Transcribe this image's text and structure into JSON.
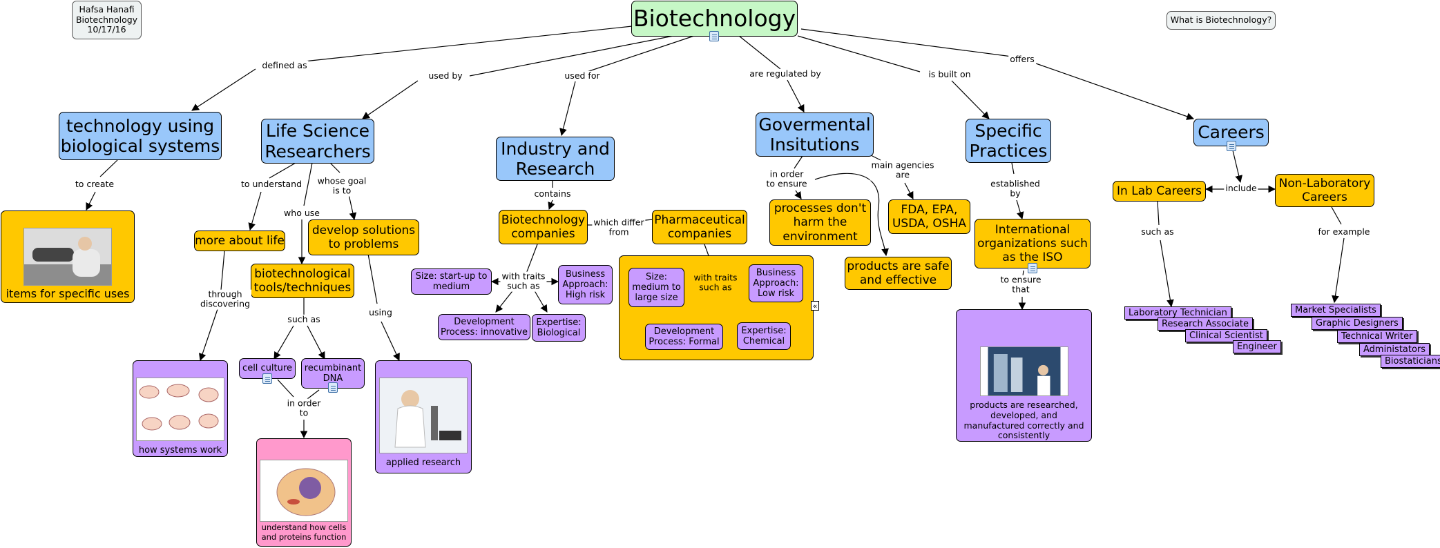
{
  "author": {
    "name": "Hafsa Hanafi",
    "subject": "Biotechnology",
    "date": "10/17/16"
  },
  "help_button": "What is Biotechnology?",
  "root": "Biotechnology",
  "links": {
    "defined_as": "defined as",
    "used_by": "used by",
    "used_for": "used for",
    "are_regulated_by": "are regulated by",
    "is_built_on": "is built on",
    "offers": "offers",
    "to_create": "to create",
    "to_understand": "to understand",
    "who_use": "who use",
    "whose_goal": "whose goal\nis to",
    "through_discovering": "through\ndiscovering",
    "such_as_tools": "such as",
    "using": "using",
    "in_order_to": "in order\nto",
    "contains": "contains",
    "which_differ_from": "which differ\nfrom",
    "with_traits_biotech": "with traits\nsuch as",
    "with_traits_pharma": "with traits\nsuch as",
    "in_order_to_ensure": "in order\nto ensure",
    "main_agencies": "main agencies\nare",
    "established_by": "established\nby",
    "to_ensure_that": "to ensure\nthat",
    "include": "include",
    "such_as_lab": "such as",
    "for_example": "for example"
  },
  "nodes": {
    "tech_bio": "technology using biological systems",
    "life_science": "Life Science Researchers",
    "industry": "Industry and Research",
    "govt": "Govermental Insitutions",
    "practices": "Specific Practices",
    "careers": "Careers",
    "items": "items for specific uses",
    "more_life": "more about life",
    "develop": "develop solutions to problems",
    "tools": "biotechnological tools/techniques",
    "how_systems": "how systems work",
    "cell_culture": "cell culture",
    "recombinant": "recumbinant DNA",
    "applied": "applied research",
    "cells_proteins": "understand how cells and proteins function",
    "biotech_co": "Biotechnology companies",
    "pharma_co": "Pharmaceutical companies",
    "bt_size": "Size: start-up to medium",
    "bt_business": "Business Approach: High risk",
    "bt_dev": "Development Process: innovative",
    "bt_expertise": "Expertise: Biological",
    "ph_size": "Size: medium to large size",
    "ph_business": "Business Approach: Low risk",
    "ph_dev": "Development Process: Formal",
    "ph_expertise": "Expertise: Chemical",
    "processes": "processes don't harm the environment",
    "agencies": "FDA, EPA, USDA, OSHA",
    "safe": "products are safe and effective",
    "intl_org": "International organizations such as the ISO",
    "products_researched": "products are researched, developed, and manufactured correctly and consistently",
    "in_lab": "In Lab Careers",
    "non_lab": "Non-Laboratory Careers"
  },
  "lab_careers": [
    "Laboratory Technician",
    "Research Associate",
    "Clinical Scientist",
    "Engineer"
  ],
  "nonlab_careers": [
    "Market Specialists",
    "Graphic Designers",
    "Technical Writer",
    "Administators",
    "Biostaticians"
  ],
  "colors": {
    "root": "#c6f7c6",
    "concept": "#99c7fa",
    "detail": "#ffc800",
    "leaf": "#c89bff",
    "pink": "#ff99cc"
  }
}
